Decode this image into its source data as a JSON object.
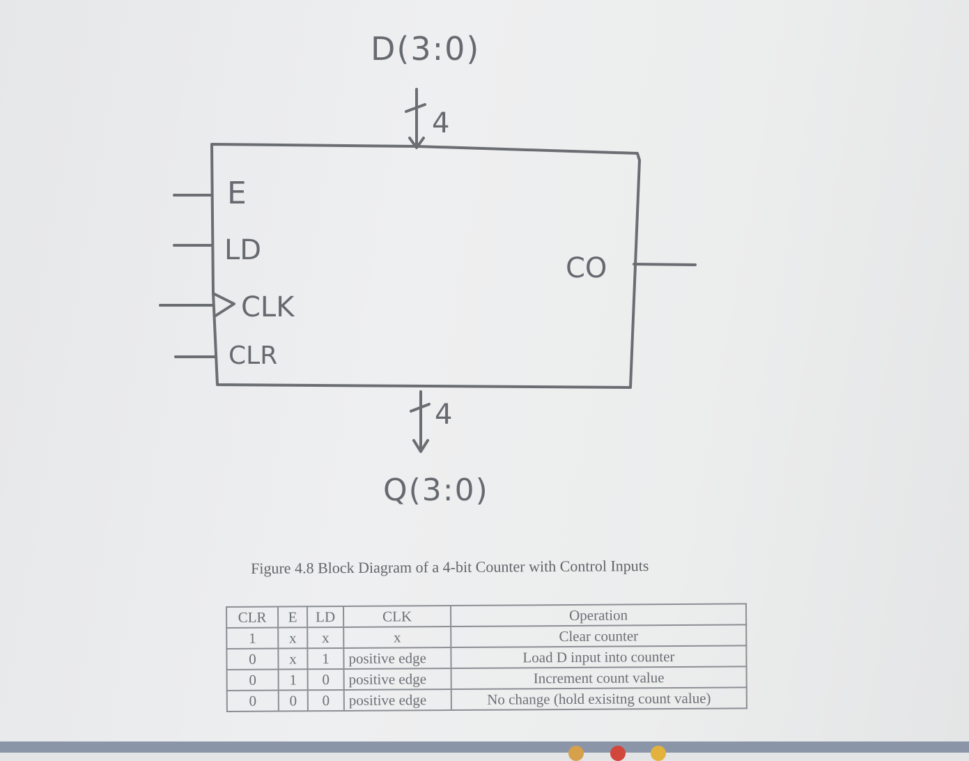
{
  "diagram": {
    "input_bus_label": "D(3:0)",
    "input_bus_width": "4",
    "output_bus_label": "Q(3:0)",
    "output_bus_width": "4",
    "left_inputs": [
      "E",
      "LD",
      "CLK",
      "CLR"
    ],
    "right_output": "CO"
  },
  "caption": "Figure 4.8 Block Diagram of a 4-bit Counter with Control Inputs",
  "table": {
    "headers": [
      "CLR",
      "E",
      "LD",
      "CLK",
      "Operation"
    ],
    "rows": [
      [
        "1",
        "x",
        "x",
        "x",
        "Clear counter"
      ],
      [
        "0",
        "x",
        "1",
        "positive edge",
        "Load D input into counter"
      ],
      [
        "0",
        "1",
        "0",
        "positive edge",
        "Increment count value"
      ],
      [
        "0",
        "0",
        "0",
        "positive edge",
        "No change (hold exisitng count value)"
      ]
    ]
  }
}
